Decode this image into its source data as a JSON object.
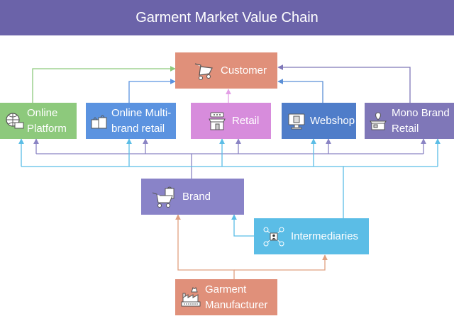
{
  "title": "Garment Market Value Chain",
  "nodes": {
    "customer": {
      "label": "Customer",
      "color": "#e0907a",
      "icon": "cart-icon"
    },
    "online_platform": {
      "label": "Online\nPlatform",
      "color": "#8dc97c",
      "icon": "globe-laptop-icon"
    },
    "online_multibrand": {
      "label": "Online Multi-\nbrand retail",
      "color": "#5b93e0",
      "icon": "shopping-bags-icon"
    },
    "retail": {
      "label": "Retail",
      "color": "#d78cdc",
      "icon": "storefront-icon"
    },
    "webshop": {
      "label": "Webshop",
      "color": "#4f7dc9",
      "icon": "monitor-shop-icon"
    },
    "mono_brand": {
      "label": "Mono Brand\nRetail",
      "color": "#7f77b8",
      "icon": "store-pin-icon"
    },
    "brand": {
      "label": "Brand",
      "color": "#8983c8",
      "icon": "brand-cart-icon"
    },
    "intermediaries": {
      "label": "Intermediaries",
      "color": "#5bbde6",
      "icon": "network-person-icon"
    },
    "manufacturer": {
      "label": "Garment\nManufacturer",
      "color": "#e0907a",
      "icon": "factory-icon"
    }
  },
  "edge_colors": {
    "platform": "#8dc97c",
    "multibrand": "#5b93e0",
    "retail": "#e3a0e6",
    "webshop": "#5a8fd6",
    "mono": "#7f77b8",
    "brand": "#8a84c4",
    "intermediaries": "#5bbde6",
    "manufacturer": "#e0a080"
  }
}
